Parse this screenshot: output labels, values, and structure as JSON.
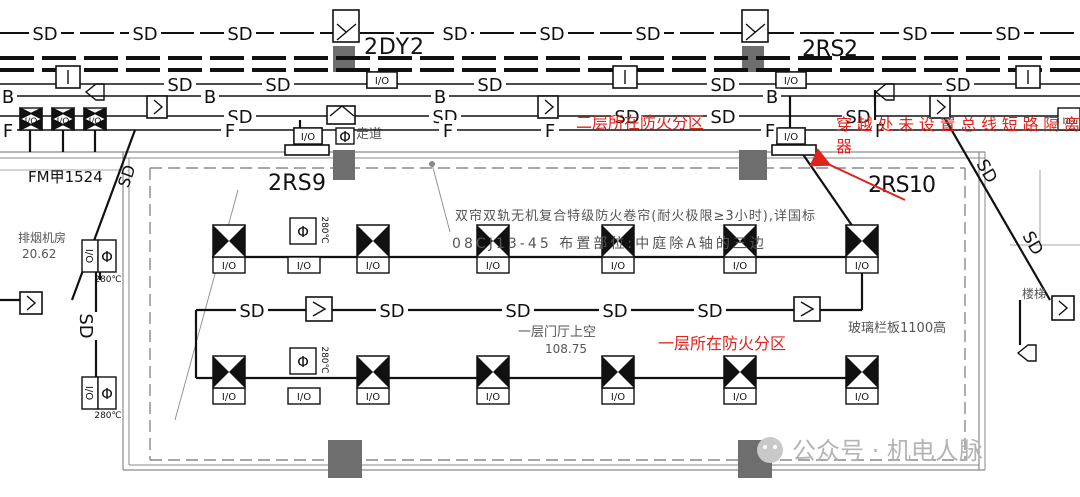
{
  "labels": {
    "sd": "SD",
    "b": "B",
    "f": "F",
    "io": "I/O",
    "temp": "280℃",
    "phi": "Φ",
    "tag_2dy2": "2DY2",
    "tag_2rs2": "2RS2",
    "tag_2rs9": "2RS9",
    "tag_2rs10": "2RS10",
    "fm": "FM甲1524",
    "smoke_room": "排烟机房",
    "smoke_room_level": "20.62",
    "corridor": "走道",
    "curtain_note_1": "双帘双轨无机复合特级防火卷帘(耐火极限≥3小时),详国标",
    "curtain_note_2": "08CJ13-45 布置部位:中庭除A轴的三边",
    "atrium": "一层门厅上空",
    "atrium_level": "108.75",
    "railing": "玻璃栏板1100高",
    "stair": "楼梯",
    "red_2f": "二层所在防火分区",
    "red_1f": "一层所在防火分区",
    "red_note_1": "穿越处未设置总线短路隔离",
    "red_note_2": "器",
    "watermark": "公众号 · 机电人脉"
  },
  "colors": {
    "line": "#111111",
    "red": "#e0231c",
    "grey": "#8a8a8a",
    "block": "#6e6e6e"
  }
}
